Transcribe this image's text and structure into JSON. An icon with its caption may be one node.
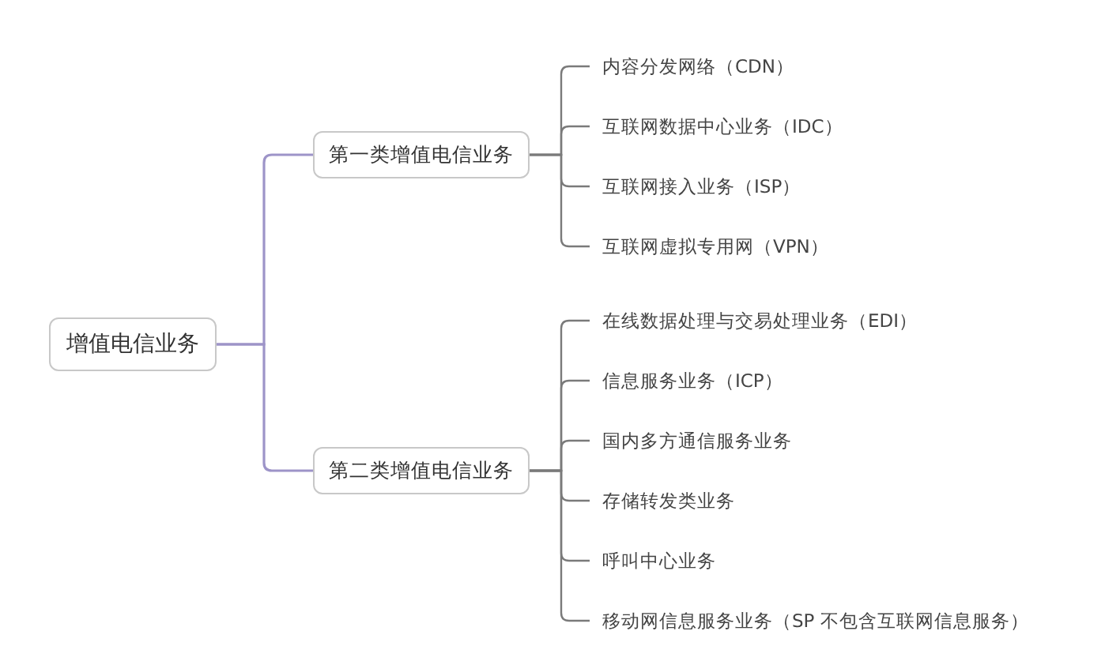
{
  "diagram": {
    "nodes": [
      {
        "text": [
          "增值电信业务"
        ]
      },
      {
        "text": [
          "第一类增值电信业务"
        ]
      },
      {
        "text": [
          "第二类增值电信业务"
        ]
      },
      {
        "text": [
          "内容分发网络（CDN）"
        ]
      },
      {
        "text": [
          "互联网数据中心业务（IDC）"
        ]
      },
      {
        "text": [
          "互联网接入业务（ISP）"
        ]
      },
      {
        "text": [
          "互联网虚拟专用网（VPN）"
        ]
      },
      {
        "text": [
          "在线数据处理与交易处理业务（EDI）"
        ]
      },
      {
        "text": [
          "信息服务业务（ICP）"
        ]
      },
      {
        "text": [
          "国内多方通信服务业务"
        ]
      },
      {
        "text": [
          "存储转发类业务"
        ]
      },
      {
        "text": [
          "呼叫中心业务"
        ]
      },
      {
        "text": [
          "移动网信息服务业务（SP 不包含互联网信息服务）"
        ]
      }
    ],
    "edges": [
      {
        "from": 0,
        "to": 1,
        "arrow": "none",
        "color": "#9d94c8"
      },
      {
        "from": 0,
        "to": 2,
        "arrow": "none",
        "color": "#9d94c8"
      },
      {
        "from": 1,
        "to": 3,
        "arrow": "none"
      },
      {
        "from": 1,
        "to": 4,
        "arrow": "none"
      },
      {
        "from": 1,
        "to": 5,
        "arrow": "none"
      },
      {
        "from": 1,
        "to": 6,
        "arrow": "none"
      },
      {
        "from": 2,
        "to": 7,
        "arrow": "none"
      },
      {
        "from": 2,
        "to": 8,
        "arrow": "none"
      },
      {
        "from": 2,
        "to": 9,
        "arrow": "none"
      },
      {
        "from": 2,
        "to": 10,
        "arrow": "none"
      },
      {
        "from": 2,
        "to": 11,
        "arrow": "none"
      },
      {
        "from": 2,
        "to": 12,
        "arrow": "none"
      }
    ]
  }
}
